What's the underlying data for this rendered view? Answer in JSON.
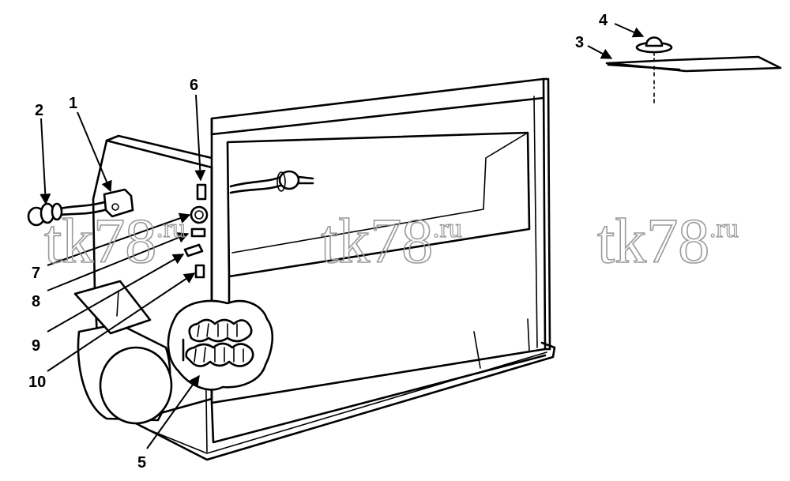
{
  "diagram": {
    "callouts": [
      "1",
      "2",
      "3",
      "4",
      "5",
      "6",
      "7",
      "8",
      "9",
      "10"
    ],
    "watermark": {
      "text": "tk78",
      "suffix": ".ru"
    }
  }
}
